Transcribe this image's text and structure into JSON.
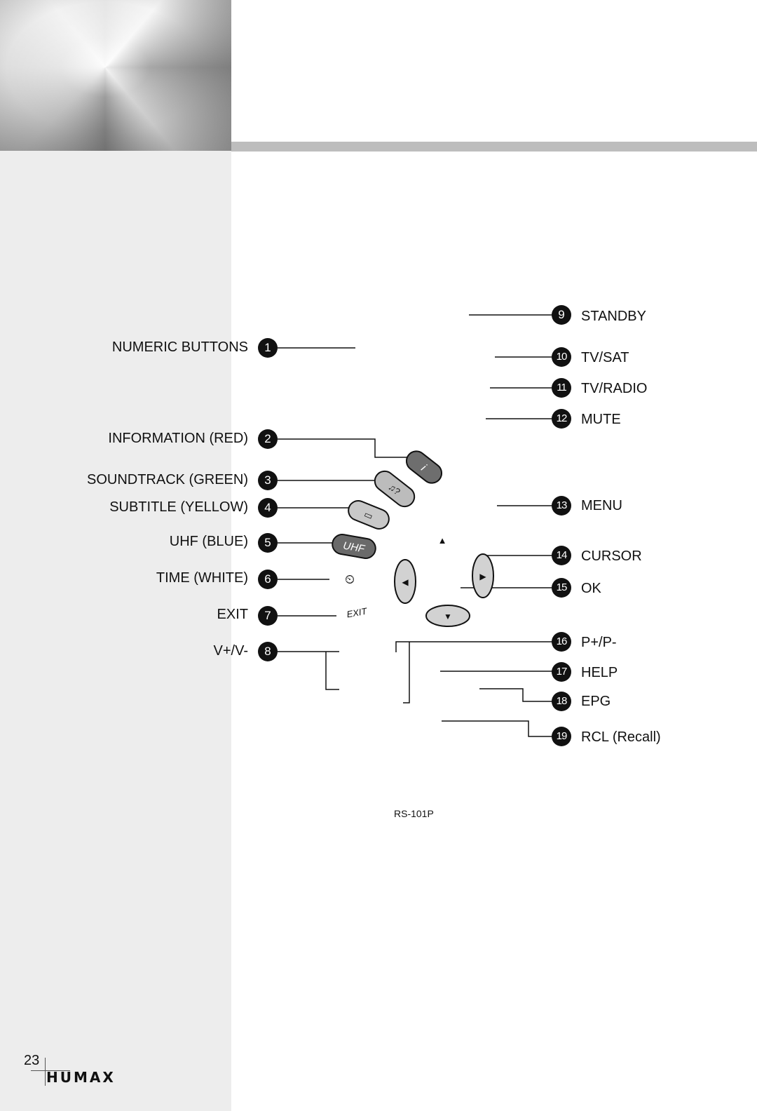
{
  "header": {
    "decoration": "gradient-panel"
  },
  "left_labels": [
    {
      "num": "1",
      "text": "NUMERIC BUTTONS"
    },
    {
      "num": "2",
      "text": "INFORMATION (RED)"
    },
    {
      "num": "3",
      "text": "SOUNDTRACK (GREEN)"
    },
    {
      "num": "4",
      "text": "SUBTITLE (YELLOW)"
    },
    {
      "num": "5",
      "text": "UHF (BLUE)"
    },
    {
      "num": "6",
      "text": "TIME (WHITE)"
    },
    {
      "num": "7",
      "text": "EXIT"
    },
    {
      "num": "8",
      "text": "V+/V-"
    }
  ],
  "right_labels": [
    {
      "num": "9",
      "text": "STANDBY"
    },
    {
      "num": "10",
      "text": "TV/SAT"
    },
    {
      "num": "11",
      "text": "TV/RADIO"
    },
    {
      "num": "12",
      "text": "MUTE"
    },
    {
      "num": "13",
      "text": "MENU"
    },
    {
      "num": "14",
      "text": "CURSOR"
    },
    {
      "num": "15",
      "text": "OK"
    },
    {
      "num": "16",
      "text": "P+/P-"
    },
    {
      "num": "17",
      "text": "HELP"
    },
    {
      "num": "18",
      "text": "EPG"
    },
    {
      "num": "19",
      "text": "RCL (Recall)"
    }
  ],
  "remote_buttons": {
    "info_glyph": "i",
    "soundtrack_glyph": "♫?",
    "subtitle_glyph": "▭",
    "uhf_label": "UHF",
    "time_glyph": "⏲",
    "exit_label": "EXIT",
    "arrow_up": "▲",
    "arrow_left": "◀",
    "arrow_right": "▶",
    "arrow_down": "▼"
  },
  "model_label": "RS-101P",
  "footer": {
    "page_number": "23",
    "logo_text": "HUMAX"
  }
}
